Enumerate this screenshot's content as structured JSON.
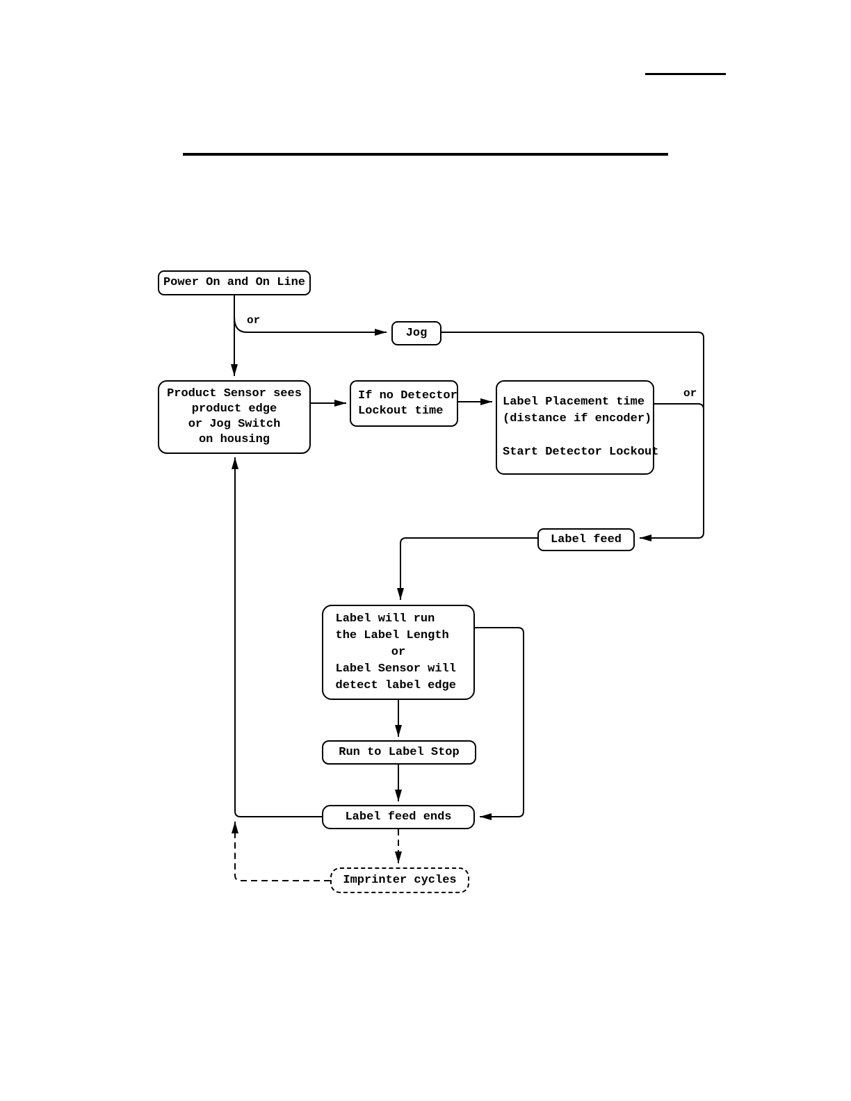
{
  "nodes": {
    "power_on": {
      "label": "Power On and On Line"
    },
    "jog": {
      "label": "Jog"
    },
    "product_sensor": {
      "lines": [
        "Product Sensor sees",
        "product edge",
        "or Jog Switch",
        "on housing"
      ]
    },
    "if_no_detector": {
      "lines": [
        "If no Detector",
        "Lockout time"
      ]
    },
    "label_placement": {
      "lines": [
        "Label Placement time",
        "(distance if encoder)",
        "",
        "Start Detector Lockout"
      ]
    },
    "label_feed": {
      "label": "Label feed"
    },
    "label_will_run": {
      "lines": [
        "Label will run",
        "the Label Length",
        "or",
        "Label Sensor will",
        "detect label edge"
      ]
    },
    "run_to_label_stop": {
      "label": "Run to Label Stop"
    },
    "label_feed_ends": {
      "label": "Label feed ends"
    },
    "imprinter_cycles": {
      "label": "Imprinter cycles"
    }
  },
  "edge_labels": {
    "or_jog_branch": "or",
    "or_rail": "or"
  },
  "colors": {
    "ink": "#000000",
    "background": "#ffffff"
  }
}
